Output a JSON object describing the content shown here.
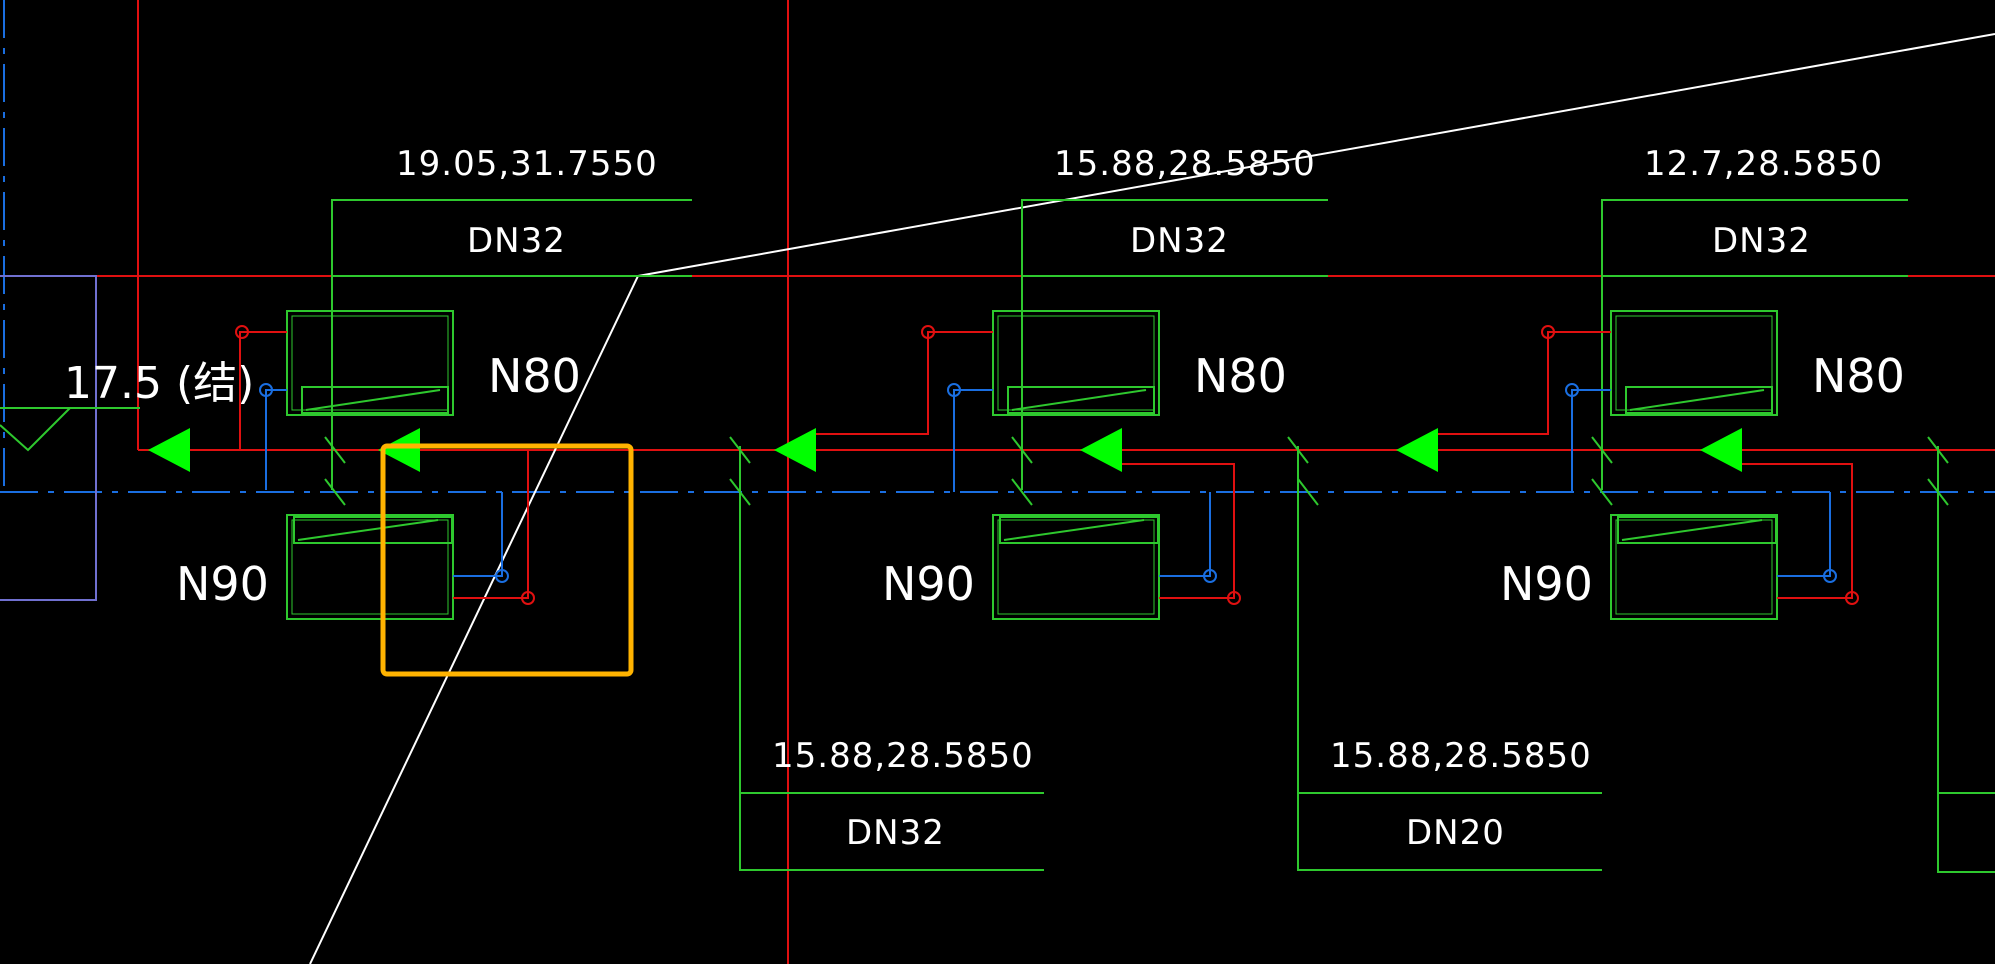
{
  "colors": {
    "background": "#000000",
    "pipe_green": "#2ec82e",
    "arrow_green": "#00ff00",
    "line_red": "#e01010",
    "line_blue": "#1a6ee0",
    "line_purple": "#7070d0",
    "line_white": "#ffffff",
    "highlight": "#ffb300"
  },
  "elevation_label": "17.5 (结)",
  "top_labels": [
    {
      "size": "19.05,31.7550",
      "pipe": "DN32"
    },
    {
      "size": "15.88,28.5850",
      "pipe": "DN32"
    },
    {
      "size": "12.7,28.5850",
      "pipe": "DN32"
    }
  ],
  "bottom_labels": [
    {
      "size": "15.88,28.5850",
      "pipe": "DN32"
    },
    {
      "size": "15.88,28.5850",
      "pipe": "DN20"
    }
  ],
  "units": [
    {
      "upper": "N80",
      "lower": "N90"
    },
    {
      "upper": "N80",
      "lower": "N90"
    },
    {
      "upper": "N80",
      "lower": "N90"
    }
  ],
  "icons": {
    "flow_arrow": "flow-arrow-icon",
    "valve_red": "red-valve-icon",
    "valve_blue": "blue-valve-icon"
  }
}
